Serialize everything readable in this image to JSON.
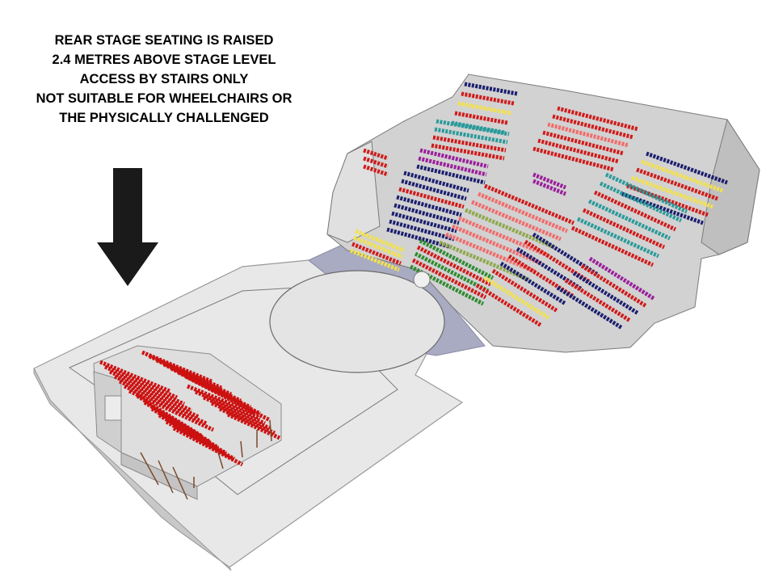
{
  "notice": {
    "lines": [
      "REAR STAGE SEATING IS RAISED",
      "2.4 METRES ABOVE STAGE LEVEL",
      "ACCESS BY STAIRS ONLY",
      "NOT SUITABLE FOR WHEELCHAIRS OR",
      "THE PHYSICALLY CHALLENGED"
    ]
  },
  "colors": {
    "text": "#000000",
    "arrow": "#1a1a1a",
    "floor": "#e8e8e8",
    "floor_edge": "#9a9a9a",
    "slate": "#a9abc2",
    "seat_red": "#d11a1a",
    "seat_coral": "#f26b6b",
    "seat_navy": "#1c1f6e",
    "seat_yellow": "#f3e24a",
    "seat_teal": "#2a9a9a",
    "seat_purple": "#9b1e9b",
    "seat_green": "#2e8b2e",
    "seat_olive": "#8fa84a",
    "rear_red": "#cc1111"
  }
}
